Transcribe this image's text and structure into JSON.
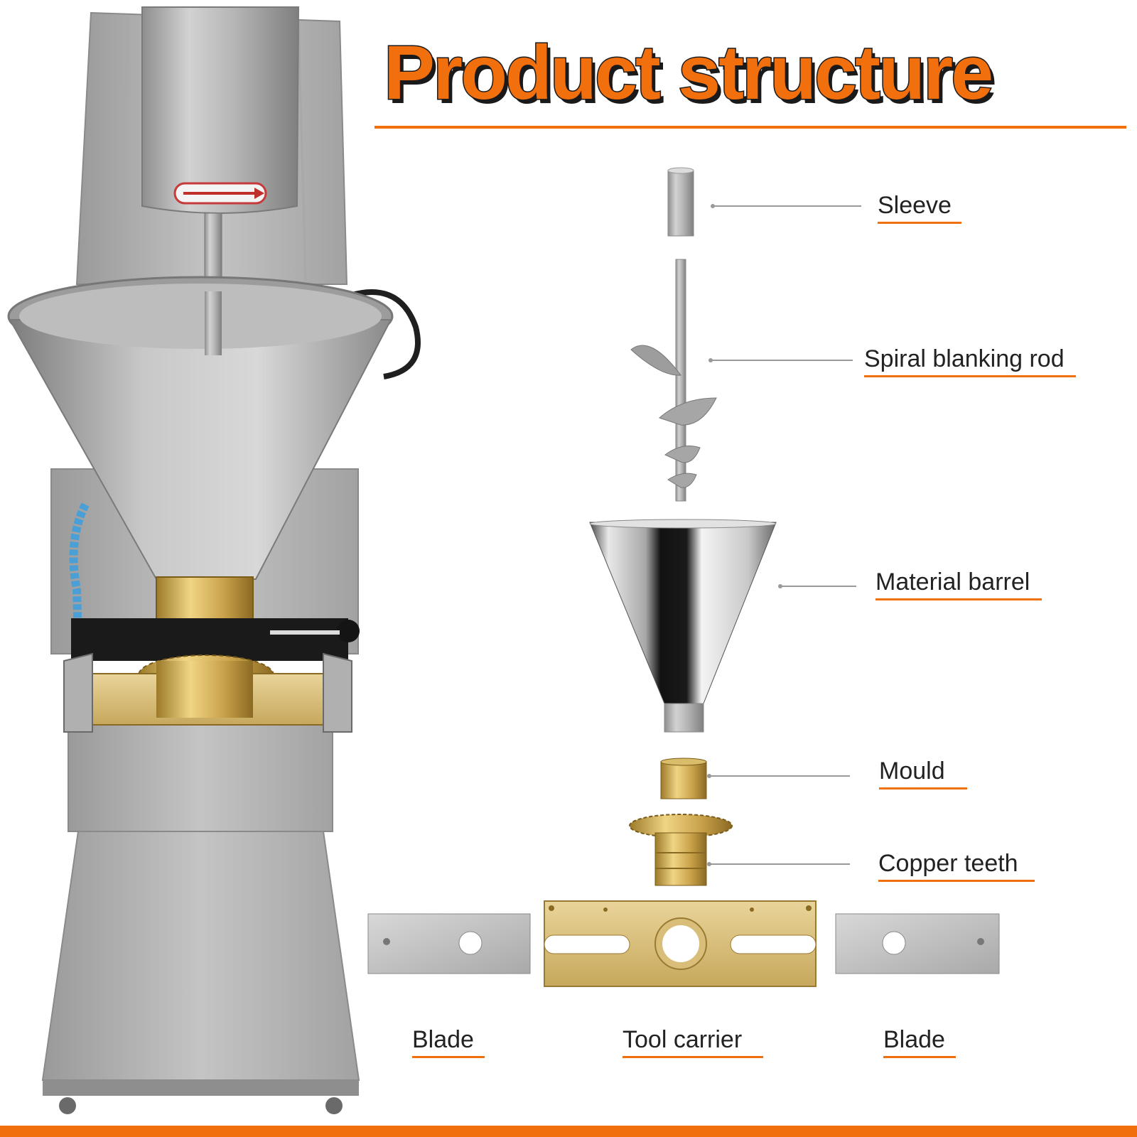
{
  "title": "Product structure",
  "colors": {
    "accent": "#f26f0d",
    "steel": "#b8b8b8",
    "brass": "#c9a64a"
  },
  "parts": {
    "sleeve": "Sleeve",
    "spiral_rod": "Spiral blanking rod",
    "barrel": "Material barrel",
    "mould": "Mould",
    "copper_teeth": "Copper teeth",
    "blade_left": "Blade",
    "tool_carrier": "Tool carrier",
    "blade_right": "Blade"
  }
}
